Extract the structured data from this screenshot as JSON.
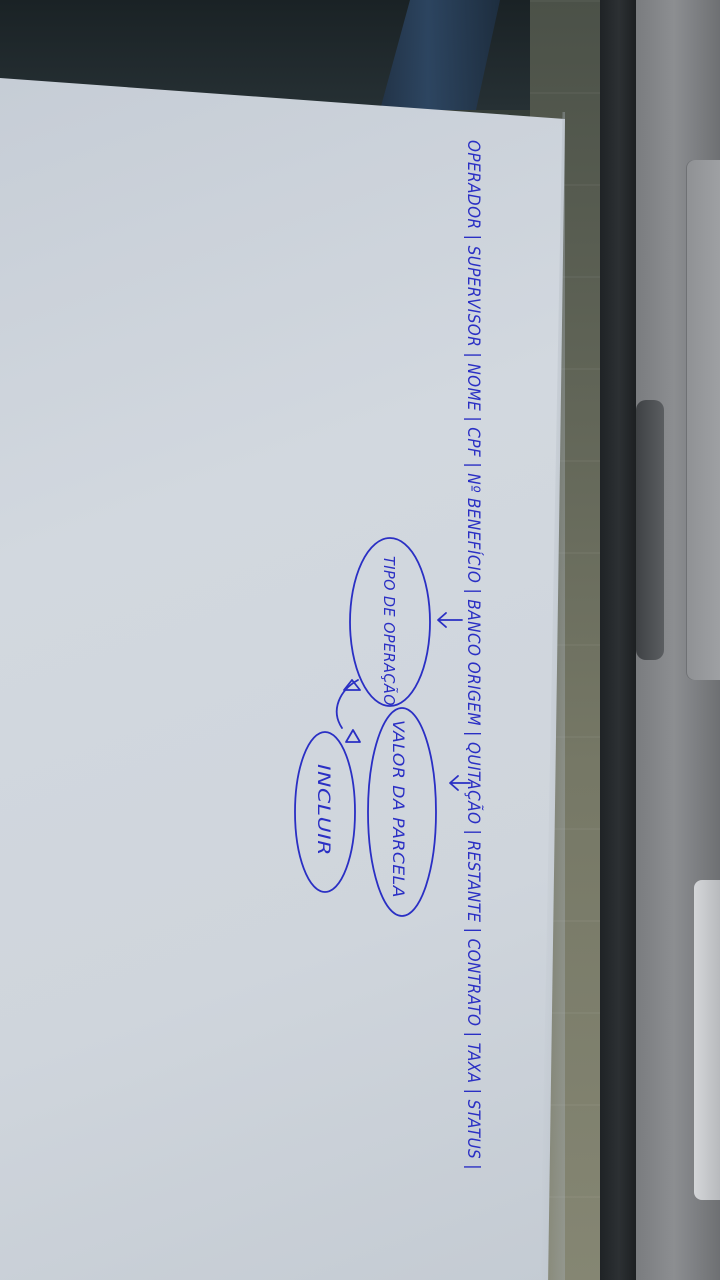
{
  "note": {
    "header_line": "OPERADOR | SUPERVISOR | NOME | CPF | Nº BENEFÍCIO | BANCO ORIGEM | QUITAÇÃO | RESTANTE | CONTRATO | TAXA | STATUS |",
    "bubbles": {
      "tipo": "TIPO DE OPERAÇÃO",
      "valor": "VALOR DA PARCELA",
      "incluir": "INCLUIR"
    }
  },
  "colors": {
    "ink": "#2a2fc4",
    "paper": "#cfd5dc"
  }
}
